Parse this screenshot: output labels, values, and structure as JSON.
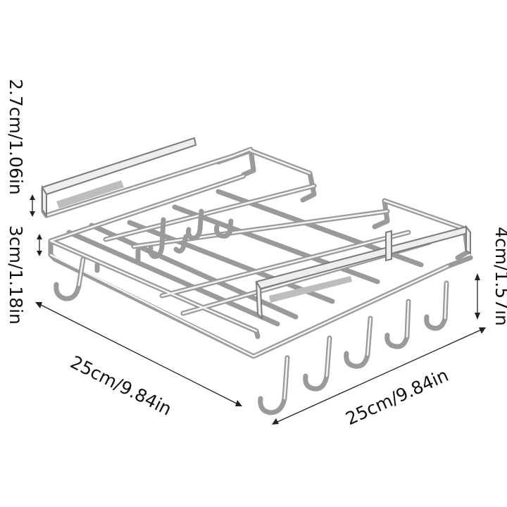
{
  "dimensions": {
    "height_top": "2.7cm/1.06in",
    "height_lower": "3cm/1.18in",
    "hook_length": "4cm/1.57in",
    "width_left": "25cm/9.84in",
    "width_right": "25cm/9.84in"
  }
}
